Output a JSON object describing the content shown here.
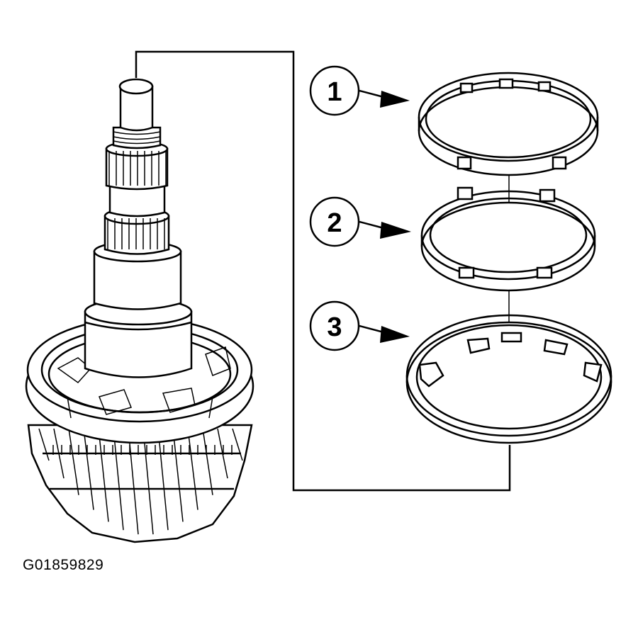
{
  "figure_id": "G01859829",
  "callouts": [
    {
      "label": "1",
      "part": "ring-1"
    },
    {
      "label": "2",
      "part": "ring-2"
    },
    {
      "label": "3",
      "part": "ring-3"
    }
  ]
}
